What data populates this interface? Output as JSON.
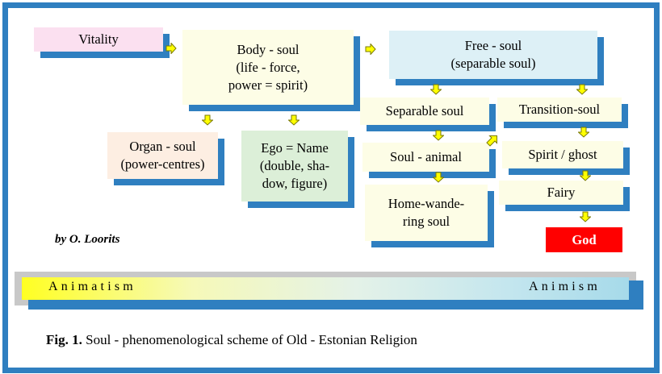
{
  "boxes": {
    "vitality": [
      "Vitality"
    ],
    "body_soul": [
      "Body - soul",
      "(life - force,",
      "power = spirit)"
    ],
    "free_soul": [
      "Free - soul",
      "(separable soul)"
    ],
    "organ_soul": [
      "Organ - soul",
      "(power-centres)"
    ],
    "ego": [
      "Ego = Name",
      "(double, sha-",
      "dow, figure)"
    ],
    "separable_soul": [
      "Separable soul"
    ],
    "soul_animal": [
      "Soul - animal"
    ],
    "home_wandering": [
      "Home-wande-",
      "ring soul"
    ],
    "transition_soul": [
      "Transition-soul"
    ],
    "spirit_ghost": [
      "Spirit / ghost"
    ],
    "fairy": [
      "Fairy"
    ],
    "god": [
      "God"
    ]
  },
  "colors": {
    "frame": "#2f7fc0",
    "vitality_fill": "#fbe0f0",
    "body_soul_fill": "#fdfde6",
    "free_soul_fill": "#ddf0f6",
    "organ_soul_fill": "#fdeee2",
    "ego_fill": "#dcefd8",
    "god_fill": "#ff0000",
    "arrow_fill": "#ffff00",
    "spectrum_start": "#ffff22",
    "spectrum_end": "#a6daea"
  },
  "credit": "by O. Loorits",
  "spectrum": {
    "left_label": "Animatism",
    "right_label": "Animism"
  },
  "caption": {
    "prefix": "Fig. 1.",
    "text": " Soul - phenomenological scheme of Old - Estonian Religion"
  },
  "icons": [
    "arrow-right-icon",
    "arrow-down-icon",
    "arrow-up-right-icon"
  ]
}
